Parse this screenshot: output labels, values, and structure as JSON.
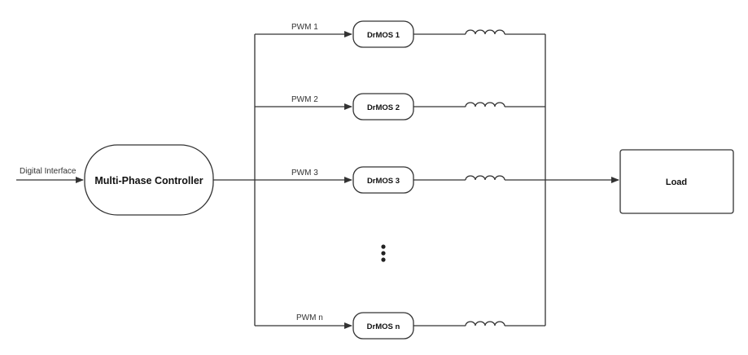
{
  "diagram": {
    "input_label": "Digital Interface",
    "controller_label": "Multi-Phase Controller",
    "load_label": "Load",
    "phases": [
      {
        "pwm_label": "PWM 1",
        "drmos_label": "DrMOS 1"
      },
      {
        "pwm_label": "PWM 2",
        "drmos_label": "DrMOS 2"
      },
      {
        "pwm_label": "PWM 3",
        "drmos_label": "DrMOS 3"
      },
      {
        "pwm_label": "PWM n",
        "drmos_label": "DrMOS n"
      }
    ],
    "ellipsis": "vertical-dots",
    "colors": {
      "line": "#333333",
      "text": "#111111",
      "background": "#ffffff"
    }
  }
}
